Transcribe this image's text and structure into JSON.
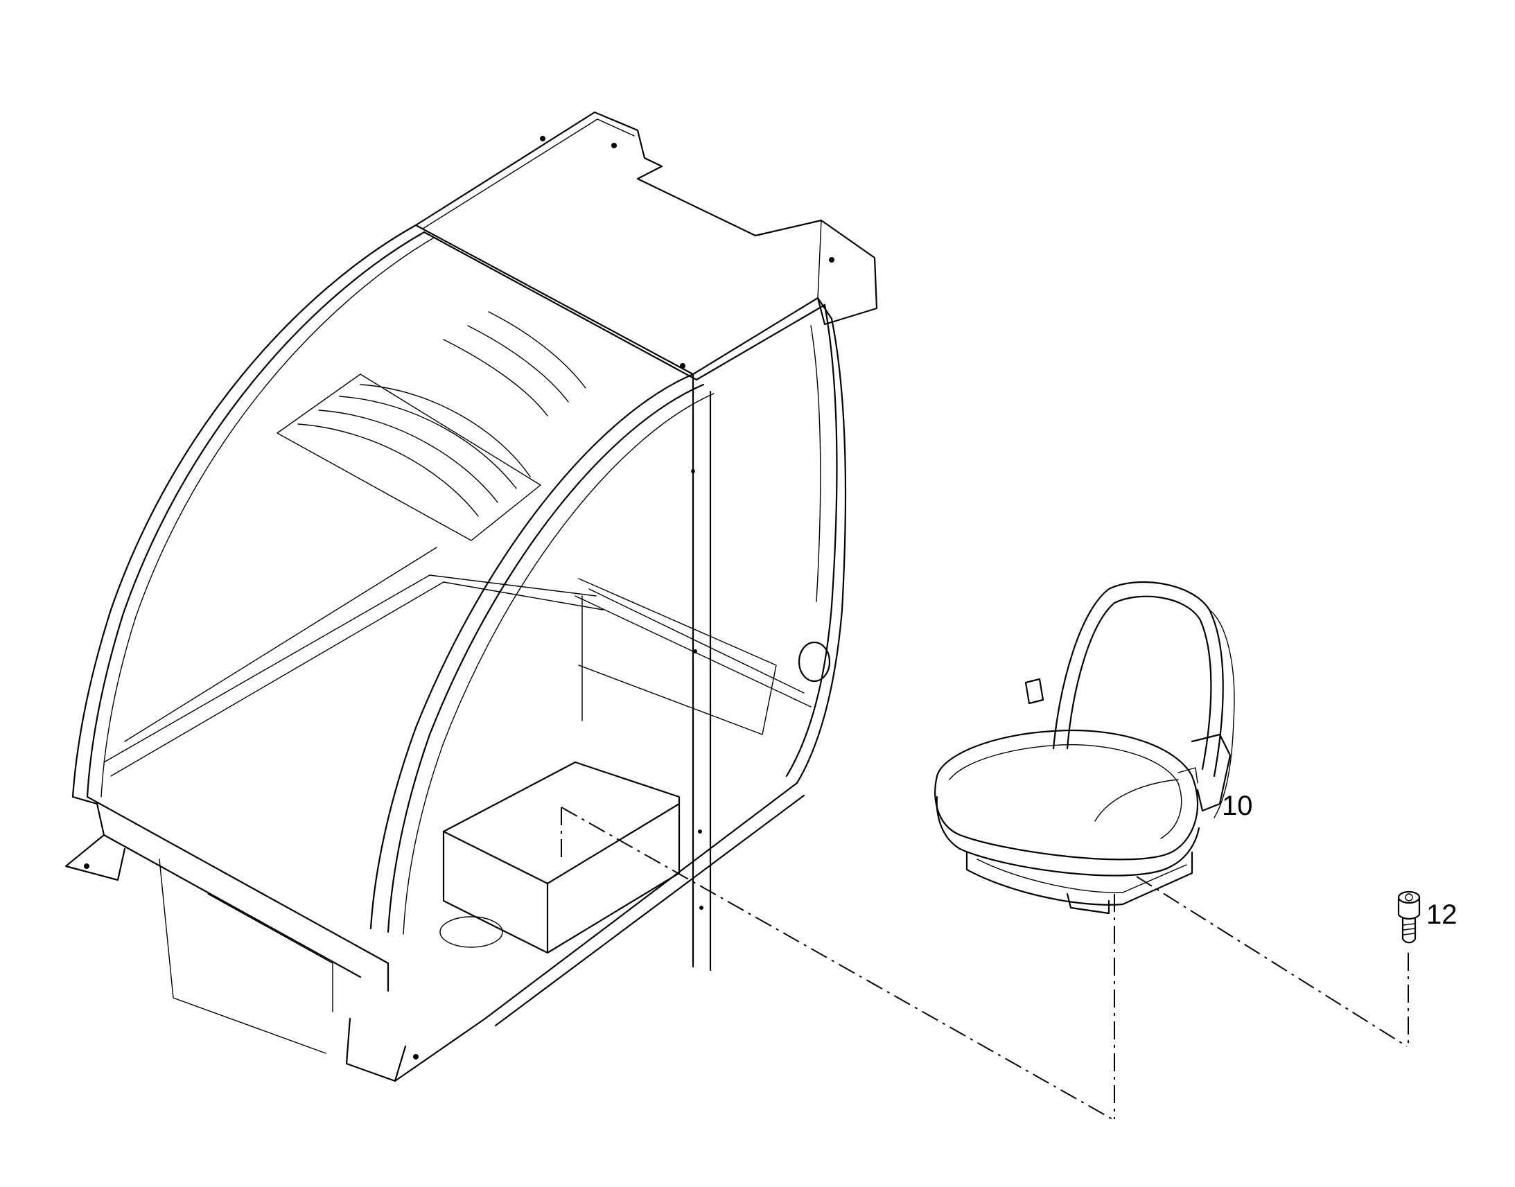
{
  "callouts": [
    {
      "id": "seat",
      "label": "10"
    },
    {
      "id": "screw",
      "label": "12"
    }
  ],
  "parts": {
    "cab_frame": {
      "icon": "cab-frame"
    },
    "seat": {
      "icon": "operator-seat"
    },
    "screw": {
      "icon": "cap-screw"
    }
  },
  "colors": {
    "line": "#000000",
    "background": "#ffffff"
  }
}
